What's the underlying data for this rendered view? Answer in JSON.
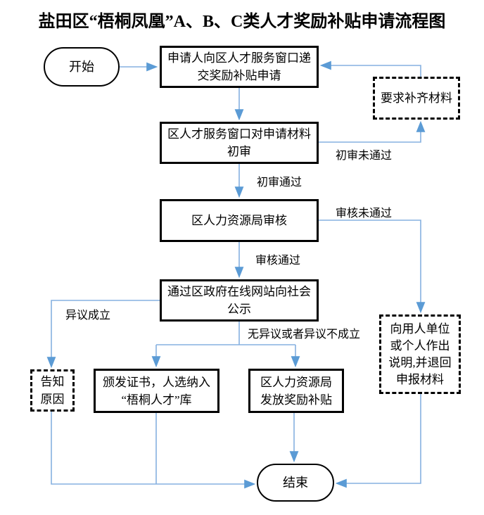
{
  "title": "盐田区“梧桐凤凰”A、B、C类人才奖励补贴申请流程图",
  "colors": {
    "connector": "#85b1e0",
    "arrowhead": "#5b9bd5",
    "node_border": "#000000"
  },
  "nodes": {
    "start": {
      "label": "开始"
    },
    "submit": {
      "lines": [
        "申请人向区人才服务窗口递",
        "交奖励补贴申请"
      ]
    },
    "request_materials": {
      "label": "要求补齐材料"
    },
    "preliminary_review": {
      "lines": [
        "区人才服务窗口对申请材料",
        "初审"
      ]
    },
    "hr_review": {
      "label": "区人力资源局审核"
    },
    "publicity": {
      "lines": [
        "通过区政府在线网站向社会",
        "公示"
      ]
    },
    "notify_reason": {
      "lines": [
        "告知",
        "原因"
      ]
    },
    "certificate": {
      "lines": [
        "颁发证书，人选纳入",
        "“梧桐人才”库"
      ]
    },
    "grant_subsidy": {
      "lines": [
        "区人力资源局",
        "发放奖励补贴"
      ]
    },
    "return_materials": {
      "lines": [
        "向用人单位",
        "或个人作出",
        "说明,并退回",
        "申报材料"
      ]
    },
    "end": {
      "label": "结束"
    }
  },
  "edge_labels": {
    "preliminary_pass": "初审通过",
    "preliminary_fail": "初审未通过",
    "review_pass": "审核通过",
    "review_fail": "审核未通过",
    "objection_valid": "异议成立",
    "no_objection": "无异议或者异议不成立"
  }
}
